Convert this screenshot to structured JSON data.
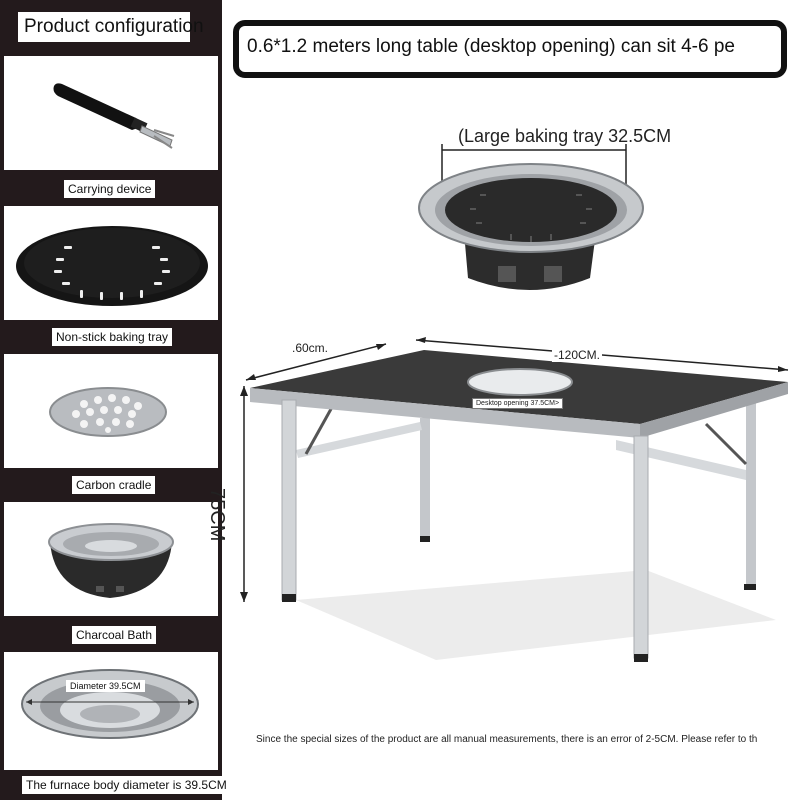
{
  "sidebar": {
    "title": "Product configuration",
    "items": [
      {
        "label": "Carrying device",
        "icon": "carrying-handle-icon"
      },
      {
        "label": "Non-stick baking tray",
        "icon": "baking-tray-icon"
      },
      {
        "label": "Carbon cradle",
        "icon": "carbon-cradle-icon"
      },
      {
        "label": "Charcoal Bath",
        "icon": "charcoal-bath-icon"
      },
      {
        "label": "The furnace body diameter is 39.5CM",
        "icon": "furnace-body-icon",
        "inner_label": "Diameter 39.5CM"
      }
    ]
  },
  "main": {
    "banner": "0.6*1.2 meters long table (desktop opening) can sit 4-6 pe",
    "tray_label": "(Large baking tray 32.5CM",
    "width_label": ".60cm.",
    "length_label": "-120CM.",
    "height_label": "75CM",
    "opening_label": "Desktop opening 37.5CM>",
    "note": "Since the special sizes of the product are all manual measurements, there is an error of 2-5CM. Please refer to th"
  },
  "colors": {
    "sidebar_bg": "#231a1c",
    "table_top": "#3d3d3d",
    "steel": "#cfd2d6"
  }
}
